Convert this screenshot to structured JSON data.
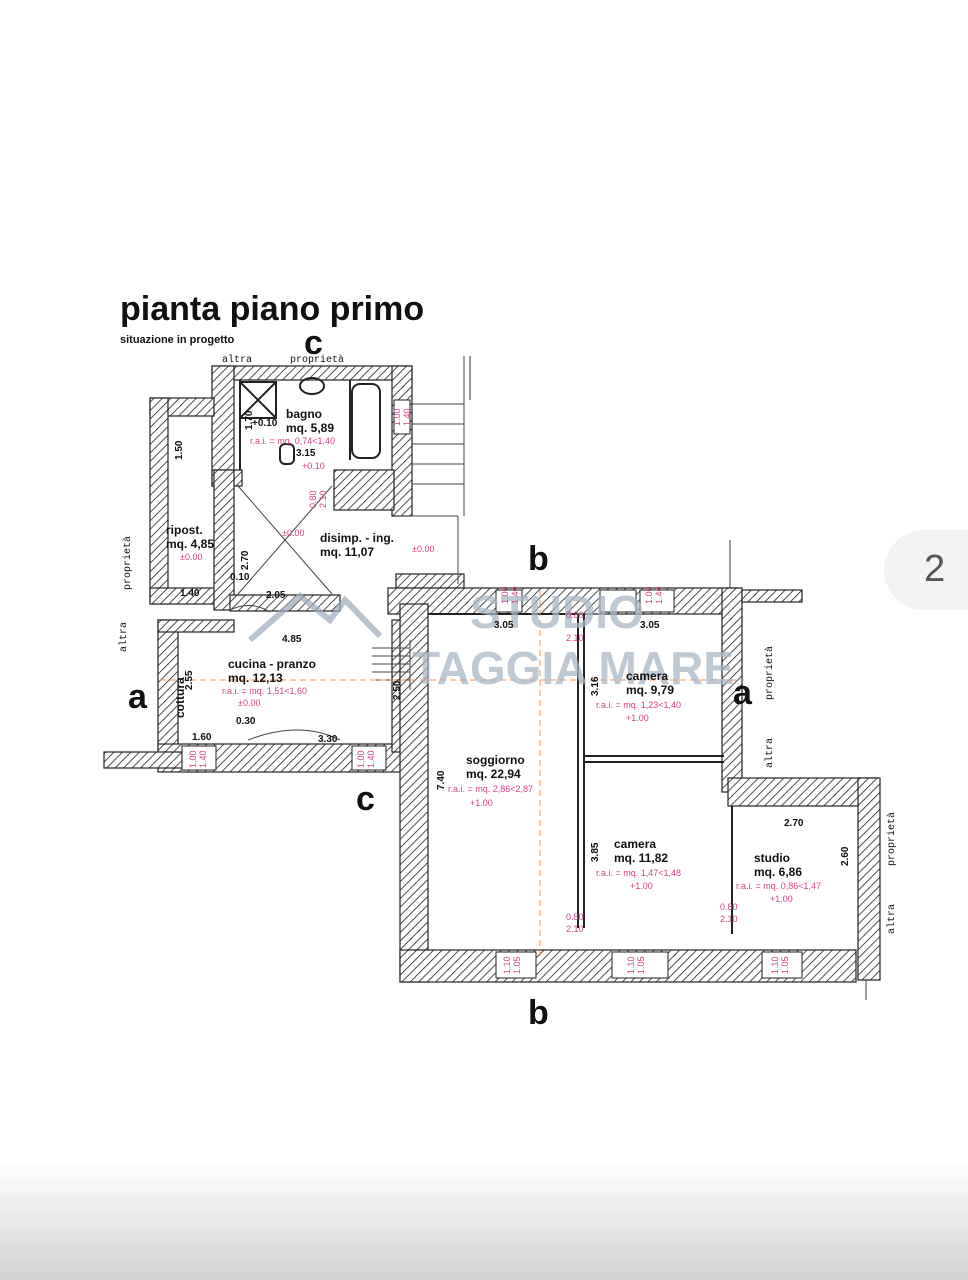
{
  "plan": {
    "title": "pianta piano primo",
    "subtitle": "situazione in progetto",
    "watermark": {
      "line1": "STUDIO",
      "line2": "TAGGIA MARE"
    },
    "page_number": "2",
    "neighbors": {
      "altra": "altra",
      "proprieta": "proprietà"
    },
    "section_marks": {
      "a": "a",
      "b": "b",
      "c": "c"
    },
    "rooms": {
      "bagno": {
        "name": "bagno",
        "area": "mq. 5,89",
        "rai": "r.a.i. = mq. 0,74<1,40"
      },
      "disimpegno": {
        "name": "disimp. - ing.",
        "area": "mq. 11,07"
      },
      "ripostiglio": {
        "name": "ripost.",
        "area": "mq. 4,85"
      },
      "cucina": {
        "name": "cucina - pranzo",
        "area": "mq. 12,13",
        "rai": "r.a.i. = mq. 1,51<1,60"
      },
      "cottura": {
        "name": "cottura"
      },
      "soggiorno": {
        "name": "soggiorno",
        "area": "mq. 22,94",
        "rai": "r.a.i. = mq. 2,86<2,87"
      },
      "camera1": {
        "name": "camera",
        "area": "mq. 9,79",
        "rai": "r.a.i. = mq. 1,23<1,40"
      },
      "camera2": {
        "name": "camera",
        "area": "mq. 11,82",
        "rai": "r.a.i. = mq. 1,47<1,48"
      },
      "studio": {
        "name": "studio",
        "area": "mq. 6,86",
        "rai": "r.a.i. = mq. 0,86<1,47"
      }
    },
    "dimensions": {
      "d170": "1.70",
      "d315": "3.15",
      "d150": "1.50",
      "d270": "2.70",
      "d140": "1.40",
      "d205": "2.05",
      "d485": "4.85",
      "d250": "2.50",
      "d255": "2.55",
      "d160": "1.60",
      "d330": "3.30",
      "d305a": "3.05",
      "d305b": "3.05",
      "d316": "3.16",
      "d740": "7.40",
      "d385": "3.85",
      "d260": "2.60",
      "d010": "0.10",
      "d030": "0.30",
      "d270b": "2.70"
    },
    "levels": {
      "bagno": "+0.10",
      "bagno2": "+0.10",
      "disimp": "±0.00",
      "ingresso": "±0.00",
      "ripost": "±0.00",
      "cucina": "±0.00",
      "soggiorno": "+1.00",
      "camera1": "+1.00",
      "camera2": "+1.00",
      "studio": "+1.00"
    },
    "openings": {
      "porta_bagno": "0.80",
      "porta_bagno_h": "2.10",
      "porta_camera": "0.80",
      "porta_camera_h": "2.10",
      "porta_camera2": "0.80",
      "porta_camera2_h": "2.10",
      "porta_studio": "0.80",
      "porta_studio_h": "2.10",
      "fin_bagno": "1.00",
      "fin_bagno_h": "1.40",
      "fin_cucina": "1.00",
      "fin_cucina_h": "1.40",
      "fin_cucina2": "1.00",
      "fin_cucina2_h": "1.40",
      "fin_sogg_top": "1.00",
      "fin_sogg_top_h": "1.40",
      "fin_cam_top": "1.00",
      "fin_cam_top_h": "1.40",
      "fin_sogg_bot": "1.10",
      "fin_sogg_bot_h": "1.05",
      "fin_cam_bot": "1.10",
      "fin_cam_bot_h": "1.05",
      "fin_stu_bot": "1.10",
      "fin_stu_bot_h": "1.05"
    }
  }
}
